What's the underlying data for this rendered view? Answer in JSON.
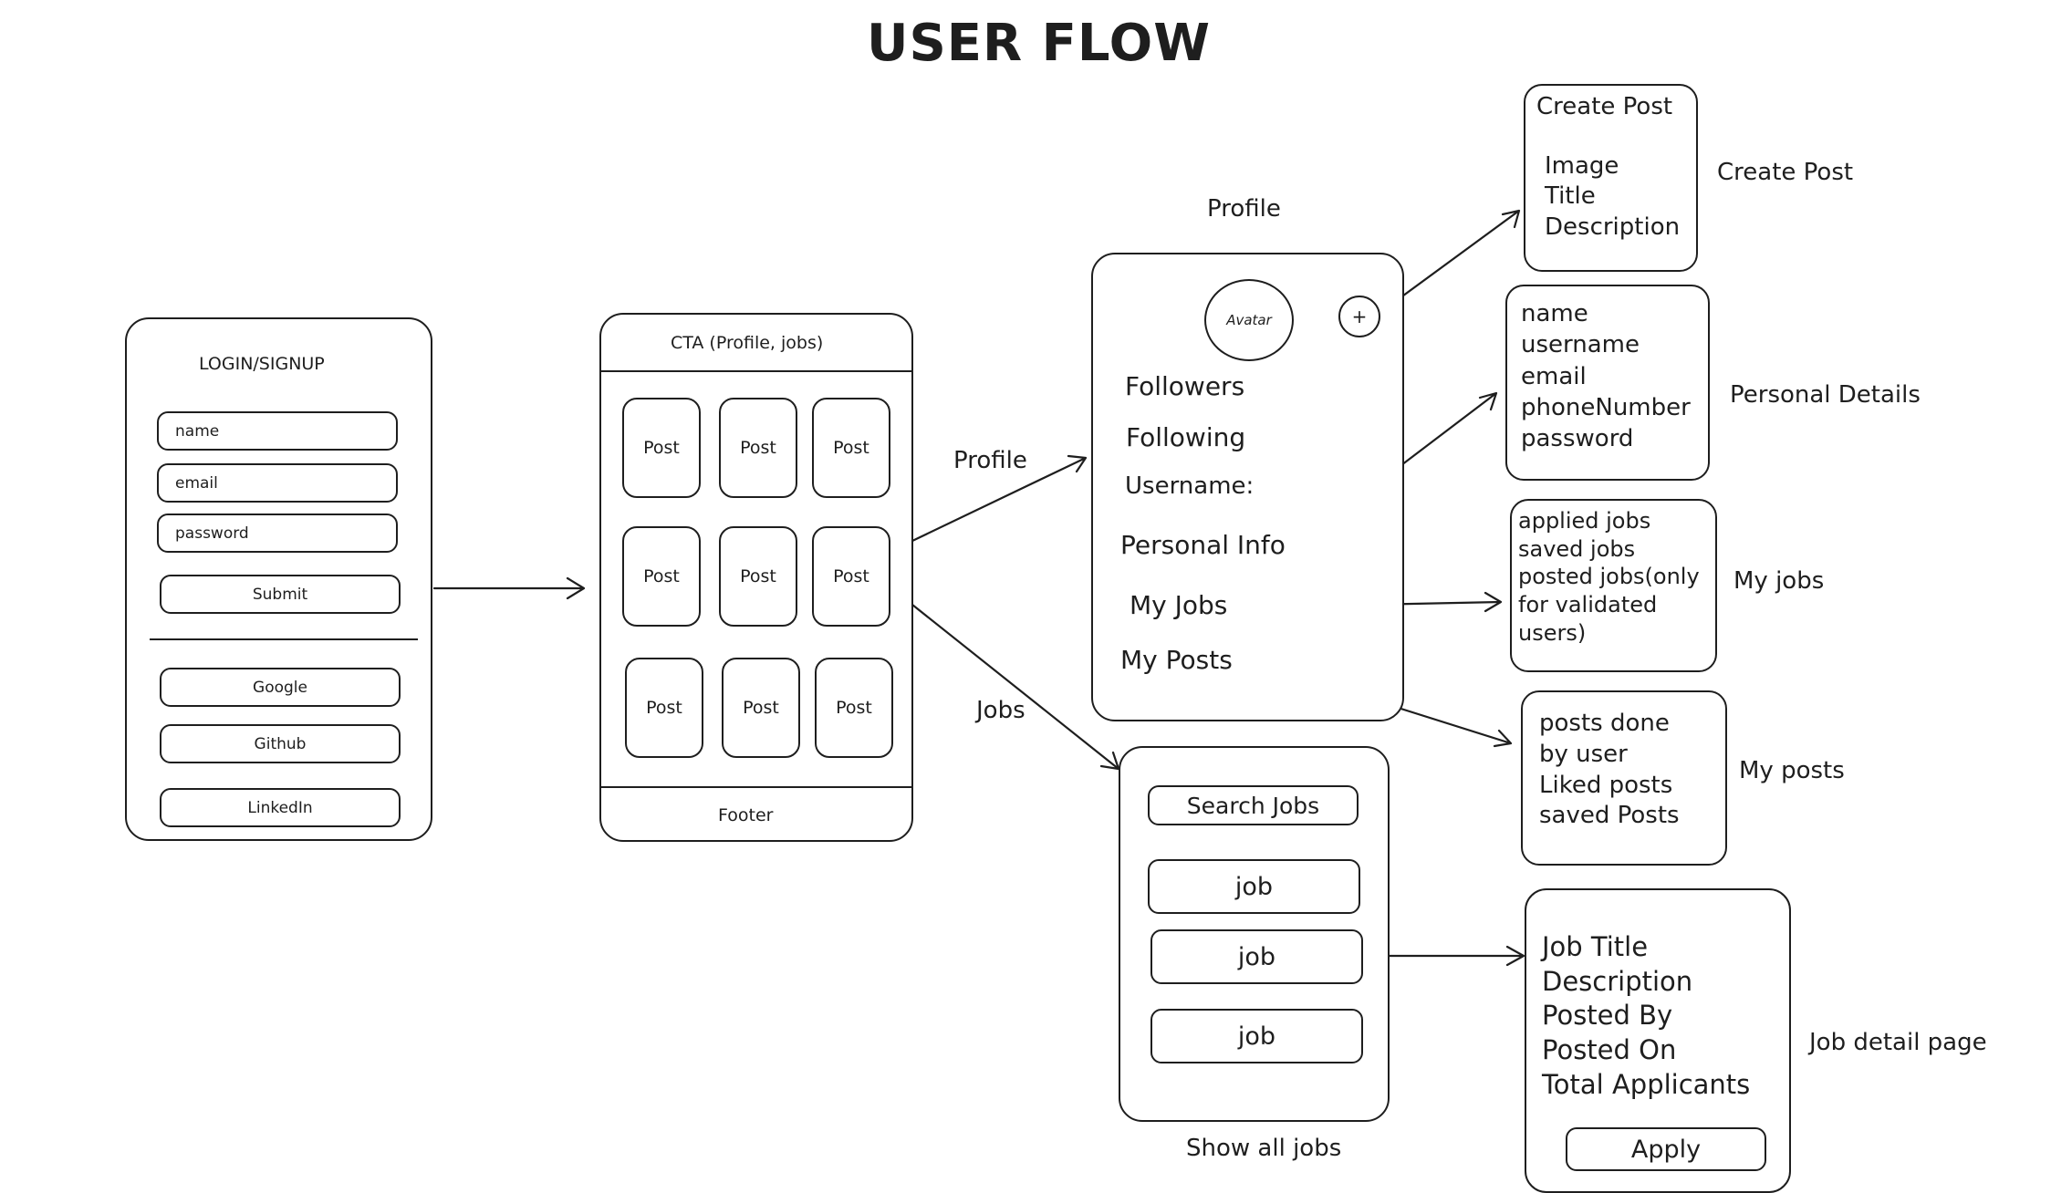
{
  "title": "USER FLOW",
  "login": {
    "heading": "LOGIN/SIGNUP",
    "fields": [
      "name",
      "email",
      "password"
    ],
    "submit": "Submit",
    "providers": [
      "Google",
      "Github",
      "LinkedIn"
    ]
  },
  "feed": {
    "header": "CTA (Profile, jobs)",
    "post_label": "Post",
    "footer": "Footer"
  },
  "edges": {
    "profile": "Profile",
    "jobs": "Jobs"
  },
  "profile": {
    "caption": "Profile",
    "avatar": "Avatar",
    "plus": "+",
    "items": [
      "Followers",
      "Following",
      "Username:",
      "Personal Info",
      "My Jobs",
      "My Posts"
    ]
  },
  "create_post": {
    "title": "Create Post",
    "items": "Image\nTitle\nDescription",
    "label": "Create Post"
  },
  "personal_details": {
    "items": "name\nusername\nemail\nphoneNumber\npassword",
    "label": "Personal Details"
  },
  "my_jobs": {
    "items": "applied jobs\nsaved jobs\nposted jobs(only\nfor validated\nusers)",
    "label": "My jobs"
  },
  "my_posts": {
    "items": "posts done\nby user\nLiked posts\nsaved Posts",
    "label": "My posts"
  },
  "jobs_screen": {
    "search": "Search Jobs",
    "job_label": "job",
    "caption": "Show all jobs"
  },
  "job_detail": {
    "items": "Job Title\nDescription\nPosted By\nPosted On\nTotal Applicants",
    "apply": "Apply",
    "label": "Job detail page"
  }
}
